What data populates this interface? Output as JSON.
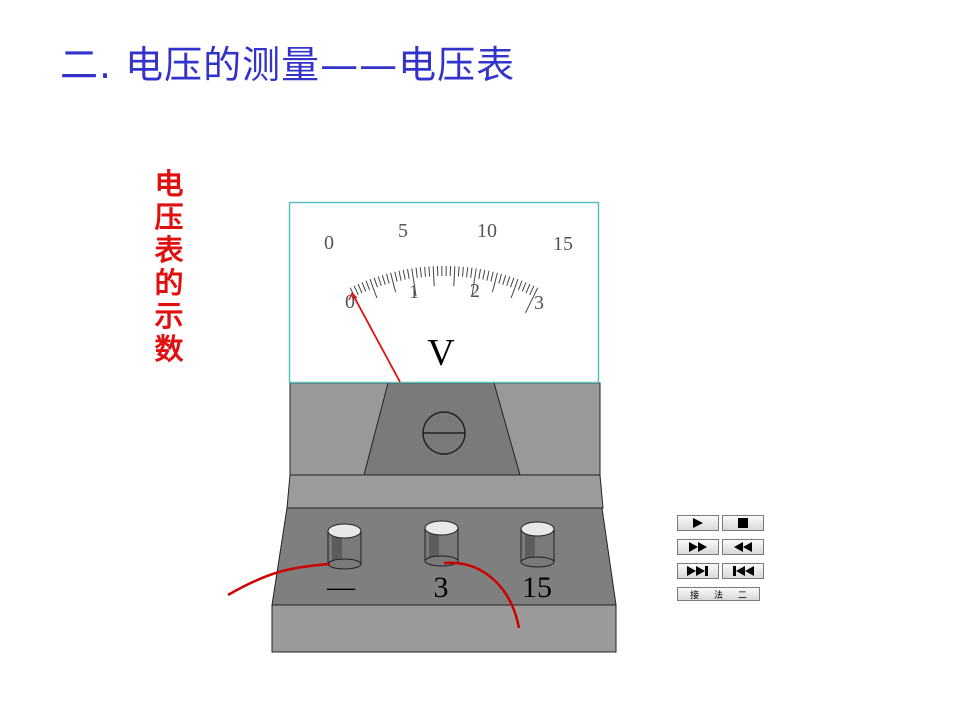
{
  "title": "二. 电压的测量——电压表",
  "side_label_chars": [
    "电",
    "压",
    "表",
    "的",
    "示",
    "数"
  ],
  "meter": {
    "unit_symbol": "V",
    "upper_scale": [
      "0",
      "5",
      "10",
      "15"
    ],
    "lower_scale": [
      "0",
      "1",
      "2",
      "3"
    ],
    "terminals": [
      "—",
      "3",
      "15"
    ],
    "needle_reading_fraction": 0
  },
  "controls": {
    "play_label": "play",
    "stop_label": "stop",
    "fast_forward_label": "fast-forward",
    "rewind_label": "rewind",
    "next_label": "skip-to-end",
    "prev_label": "skip-to-start",
    "method_button": "接 法 二"
  },
  "colors": {
    "title": "#3333cc",
    "side_label": "#e01010",
    "needle": "#e01010",
    "wire": "#cc0000",
    "dial_border": "#5bbfbf",
    "body_gray": "#999999"
  }
}
